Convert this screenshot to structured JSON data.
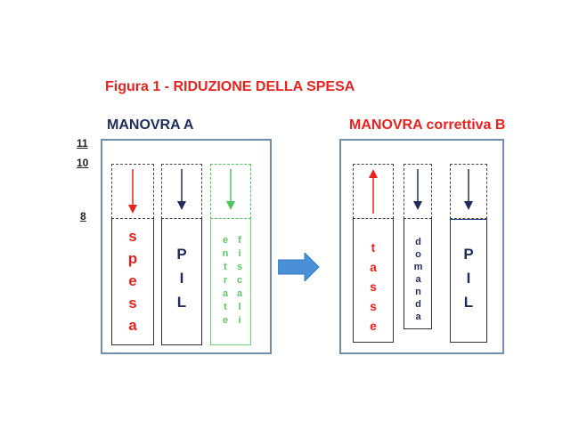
{
  "figure": {
    "title": "Figura 1 - RIDUZIONE DELLA SPESA"
  },
  "scale": {
    "labels": [
      "11",
      "10",
      "8"
    ]
  },
  "panel_a": {
    "title": "MANOVRA A",
    "columns": [
      {
        "label": "spesa",
        "arrow": "down",
        "arrow_color": "#e8231f"
      },
      {
        "label": "PIL",
        "arrow": "down",
        "arrow_color": "#1f2d5c"
      },
      {
        "label_left": "entrate",
        "label_right": "fiscali",
        "arrow": "down",
        "arrow_color": "#4fc25a"
      }
    ]
  },
  "panel_b": {
    "title": "MANOVRA correttiva B",
    "columns": [
      {
        "label": "tasse",
        "arrow": "up",
        "arrow_color": "#e8231f"
      },
      {
        "label": "domanda",
        "arrow": "down",
        "arrow_color": "#1f2d5c"
      },
      {
        "label": "PIL",
        "arrow": "down",
        "arrow_color": "#1f2d5c"
      }
    ]
  },
  "colors": {
    "red": "#e8231f",
    "navy": "#1f2d5c",
    "green": "#4fc25a",
    "panel_border": "#6f8faf",
    "transition_arrow": "#4a90d9"
  }
}
